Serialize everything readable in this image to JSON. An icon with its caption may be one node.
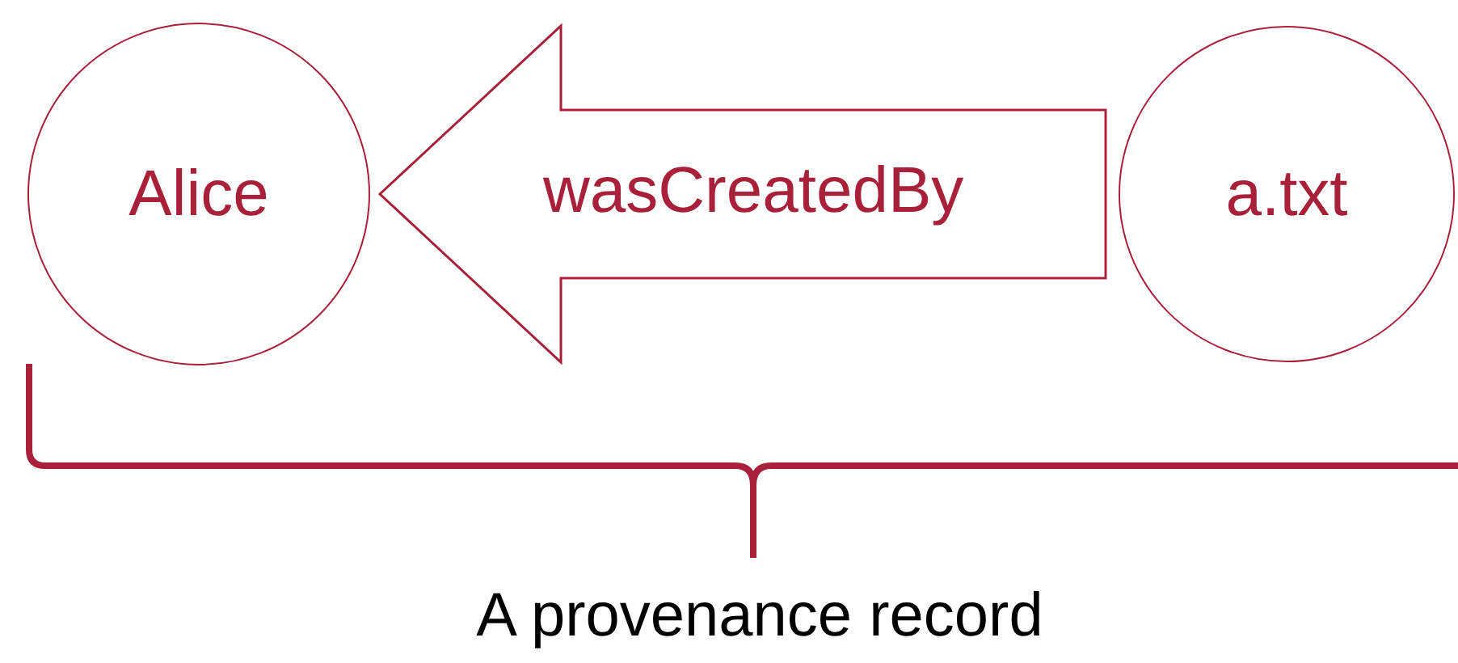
{
  "diagram": {
    "nodes": [
      {
        "text": [
          "Alice"
        ]
      },
      {
        "text": [
          "a.txt"
        ]
      }
    ],
    "edges": [
      {
        "from": 1,
        "to": 0,
        "arrow": "to",
        "label": "wasCreatedBy",
        "style": "thick"
      }
    ],
    "labels": [
      "A provenance record"
    ]
  }
}
